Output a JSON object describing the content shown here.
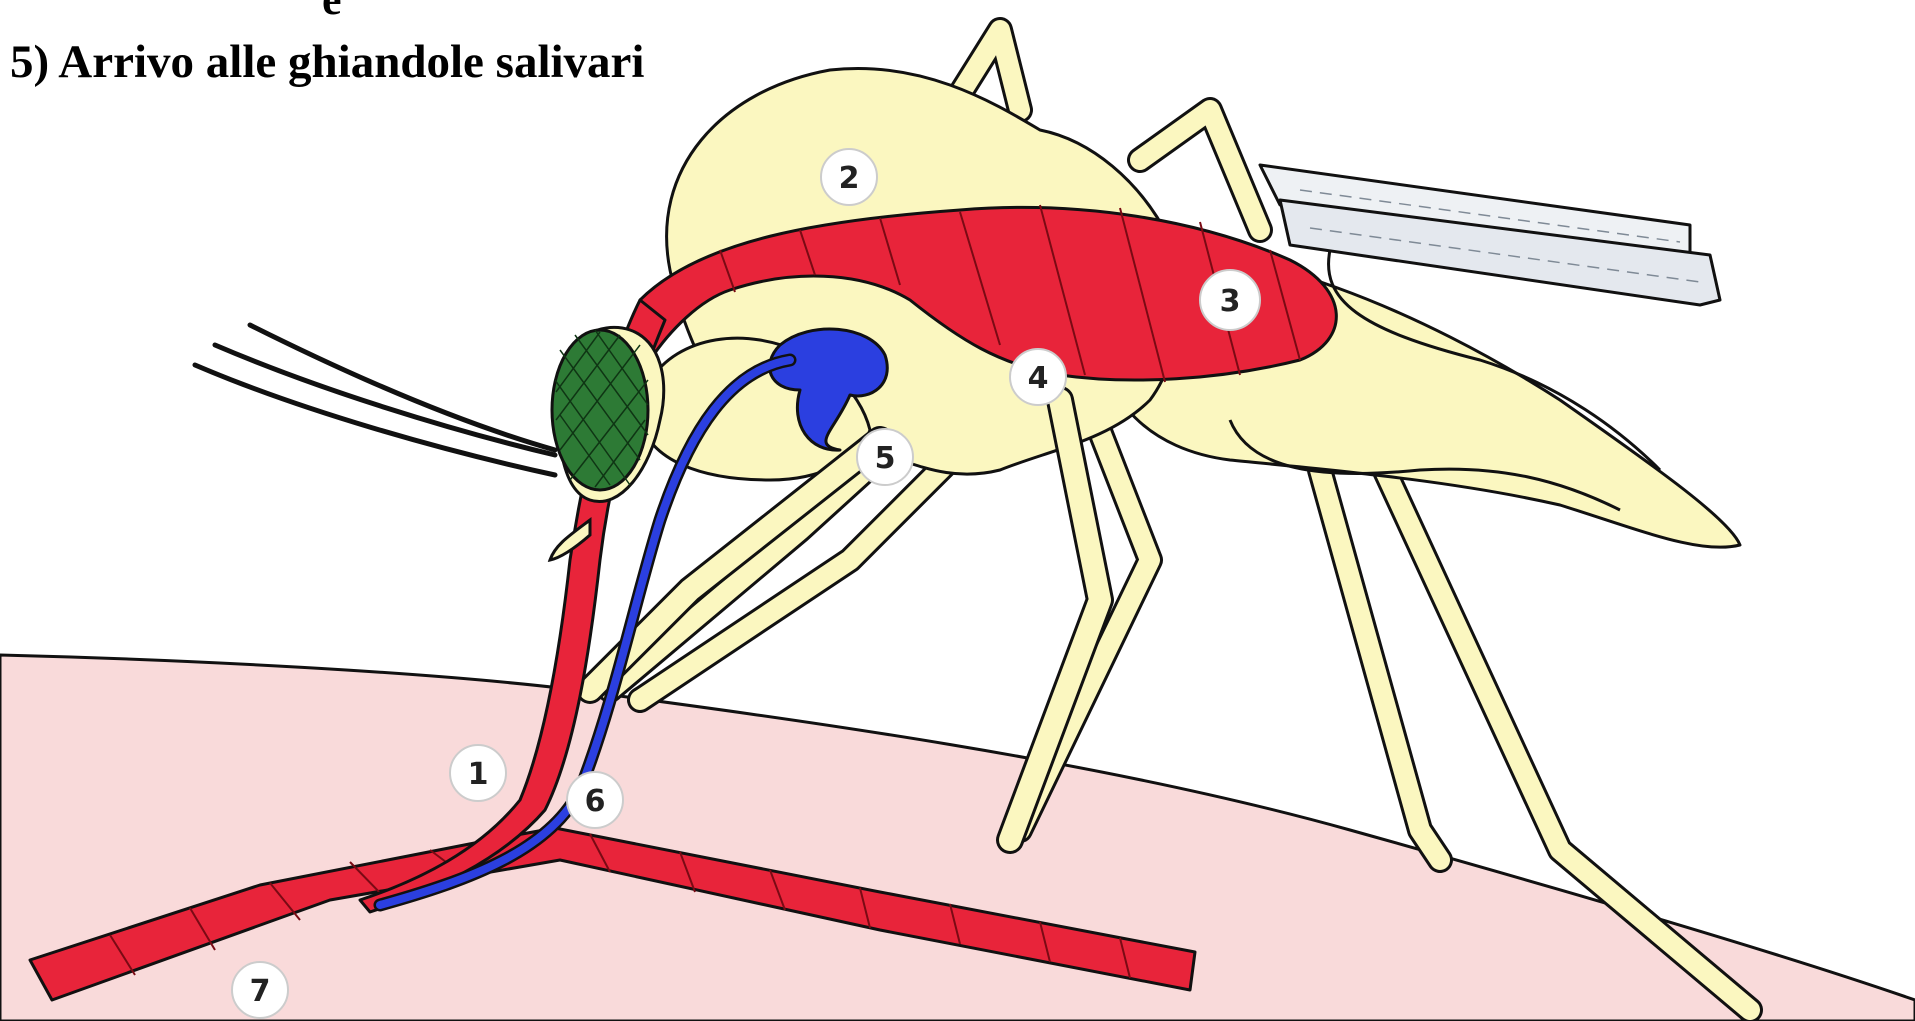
{
  "header": {
    "caption_fragment": "e",
    "caption_step": "5) Arrivo alle ghiandole salivari"
  },
  "diagram": {
    "subject": "mosquito",
    "labels": {
      "proboscis": "1",
      "thorax": "2",
      "midgut": "3",
      "gut": "4",
      "salivary_glands": "5",
      "saliva_injection": "6",
      "blood_vessel": "7"
    },
    "colors": {
      "background": "#ffffff",
      "skin": "#f9dada",
      "body": "#fbf7c0",
      "blood": "#e8243a",
      "salivary_gland": "#2b3fe0",
      "eye": "#2d7a35",
      "wing": "#eef1f4",
      "outline": "#111111"
    }
  }
}
